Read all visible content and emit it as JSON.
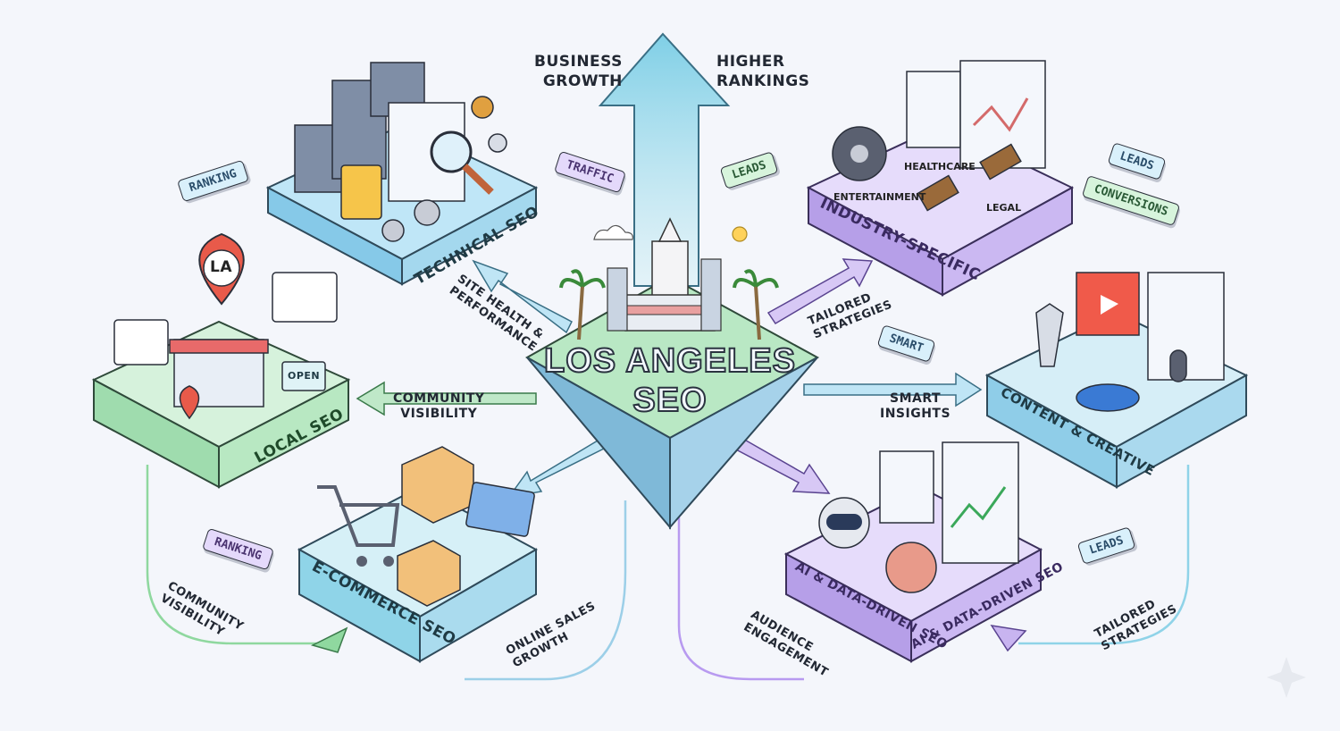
{
  "center": {
    "title_line1": "LOS ANGELES",
    "title_line2": "SEO"
  },
  "top_labels": {
    "business_growth": "BUSINESS\nGROWTH",
    "higher_rankings": "HIGHER\nRANKINGS"
  },
  "platforms": {
    "technical": "TECHNICAL SEO",
    "industry": "INDUSTRY-SPECIFIC",
    "local": "LOCAL SEO",
    "content": "CONTENT & CREATIVE",
    "ecommerce": "E-COMMERCE SEO",
    "ai_data": "AI & DATA-DRIVEN SEO",
    "ai_data_right": "AI & DATA-DRIVEN SEO"
  },
  "flow_labels": {
    "site_health": "SITE HEALTH &\nPERFORMANCE",
    "tailored_center": "TAILORED\nSTRATEGIES",
    "community_center": "COMMUNITY\nVISIBILITY",
    "smart_insights": "SMART\nINSIGHTS",
    "community_bottom": "COMMUNITY\nVISIBILITY",
    "online_sales": "ONLINE SALES\nGROWTH",
    "audience": "AUDIENCE\nENGAGEMENT",
    "tailored_bottom": "TAILORED\nSTRATEGIES"
  },
  "tags": {
    "ranking_top": "RANKING",
    "traffic": "TRAFFIC",
    "leads_center": "LEADS",
    "leads_right": "LEADS",
    "conversions": "CONVERSIONS",
    "smart": "SMART",
    "ranking_bottom": "RANKING",
    "leads_bottom": "LEADS"
  },
  "industry_items": {
    "healthcare": "HEALTHCARE",
    "entertainment": "ENTERTAINMENT",
    "legal": "LEGAL"
  },
  "local_items": {
    "pin_text": "LA",
    "open_sign": "OPEN"
  },
  "colors": {
    "background": "#f4f6fb",
    "blue": "#a9dcf2",
    "purple": "#c8b4f0",
    "green": "#a9e2b4",
    "arrow_up": "#8fd3e8"
  }
}
